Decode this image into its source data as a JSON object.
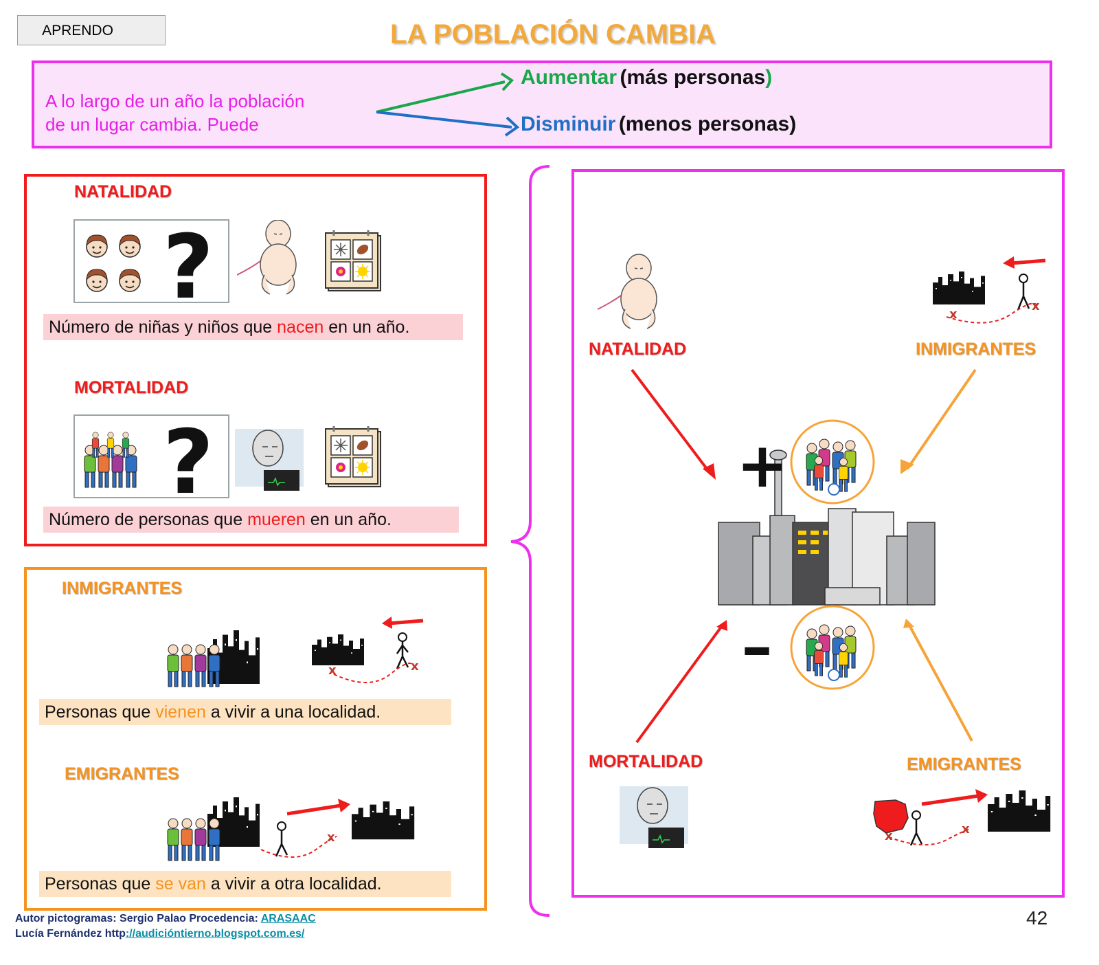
{
  "header": {
    "aprendo_label": "APRENDO",
    "title": "LA POBLACIÓN CAMBIA"
  },
  "intro": {
    "line1": "A lo largo de un año la población",
    "line2": "de un lugar cambia. Puede",
    "increase_verb": "Aumentar",
    "increase_note": "(más personas",
    "increase_close": ")",
    "decrease_verb": "Disminuir",
    "decrease_note": "(menos personas)"
  },
  "natalidad": {
    "heading": "NATALIDAD",
    "def_pre": "Número de niñas y niños que ",
    "def_mark": "nacen",
    "def_post": " en un año."
  },
  "mortalidad": {
    "heading": "MORTALIDAD",
    "def_pre": "Número de personas que ",
    "def_mark": "mueren",
    "def_post": " en un año."
  },
  "inmigrantes": {
    "heading": "INMIGRANTES",
    "def_pre": "Personas que ",
    "def_mark": "vienen",
    "def_post": " a vivir a una localidad."
  },
  "emigrantes": {
    "heading": "EMIGRANTES",
    "def_pre": "Personas que ",
    "def_mark": "se van",
    "def_post": " a vivir a otra localidad."
  },
  "diagram": {
    "natalidad": "NATALIDAD",
    "inmigrantes": "INMIGRANTES",
    "mortalidad": "MORTALIDAD",
    "emigrantes": "EMIGRANTES",
    "plus": "+",
    "minus": "–"
  },
  "footer": {
    "line1_text": "Autor pictogramas: Sergio Palao Procedencia: ",
    "line1_link": "ARASAAC",
    "line2_text": "Lucía Fernández  http",
    "line2_link": "://audicióntierno.blogspot.com.es/",
    "page_number": "42"
  },
  "colors": {
    "magenta": "#ee2fee",
    "red": "#ee1c1c",
    "orange": "#f6931f",
    "green": "#1aa64a",
    "blue": "#1f6fc4",
    "title_orange": "#f2a93b"
  }
}
